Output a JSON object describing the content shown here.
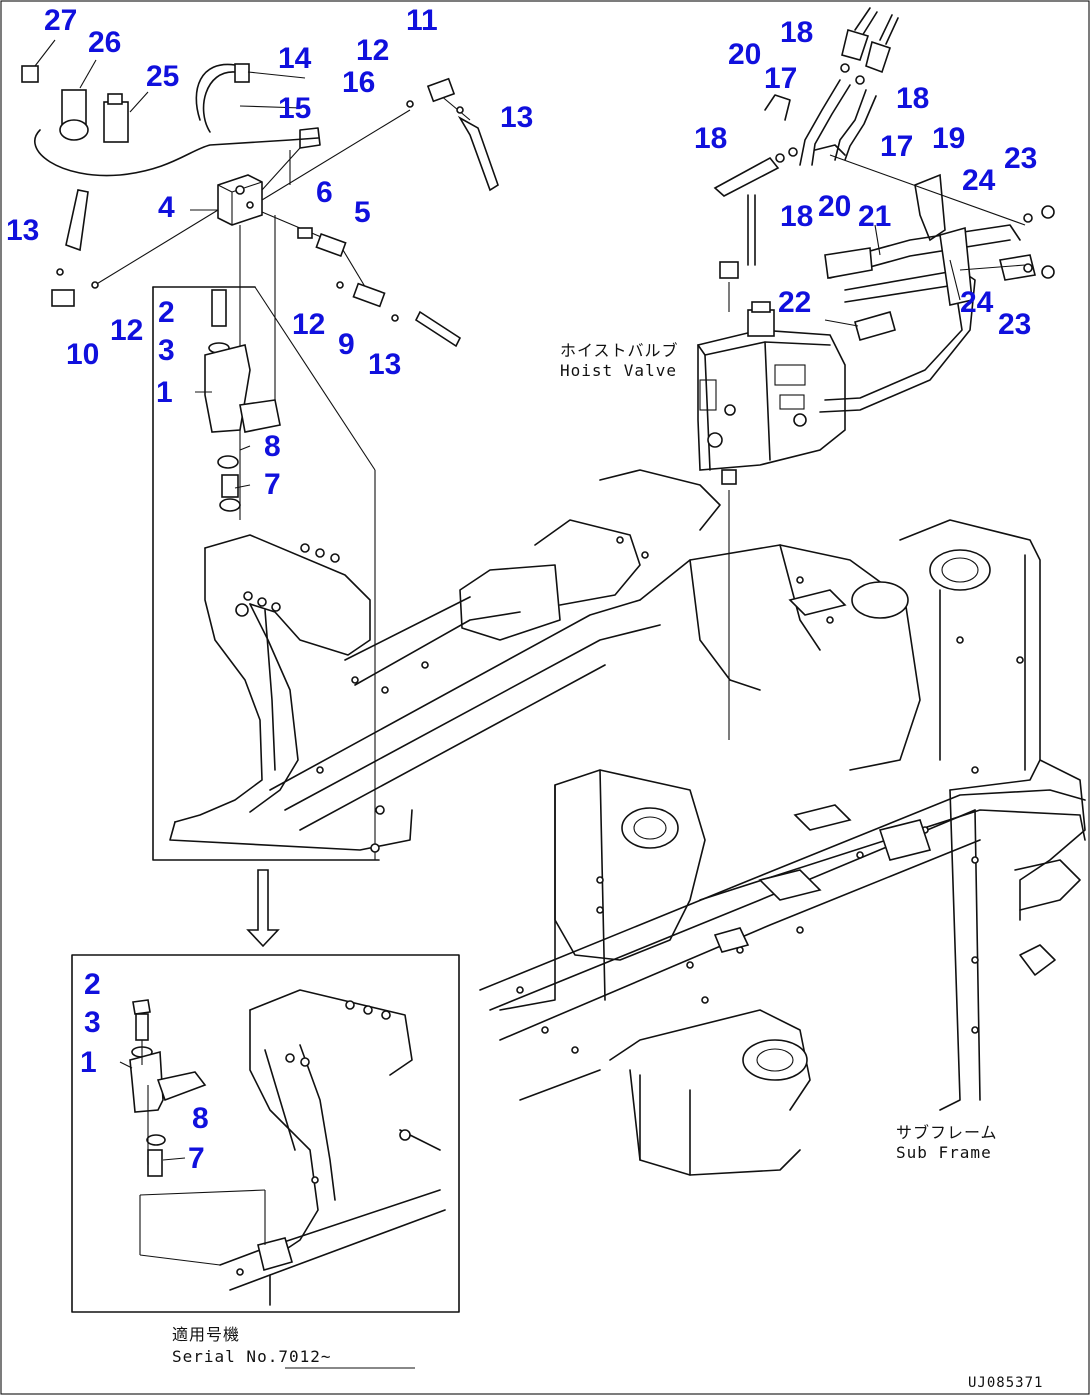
{
  "diagram": {
    "hoist_valve_label": "ホイストバルブ",
    "hoist_valve_label_en": "Hoist Valve",
    "sub_frame_label": "サブフレーム",
    "sub_frame_label_en": "Sub Frame",
    "serial_label": "適用号機",
    "serial_label_en": "Serial No.7012~",
    "drawing_code": "UJ085371",
    "part_numbers": {
      "p27": "27",
      "p26": "26",
      "p25": "25",
      "p14": "14",
      "p15": "15",
      "p16": "16",
      "p12a": "12",
      "p11": "11",
      "p13a": "13",
      "p4": "4",
      "p6": "6",
      "p5": "5",
      "p13b": "13",
      "p12b": "12",
      "p10": "10",
      "p12c": "12",
      "p9": "9",
      "p13c": "13",
      "p2a": "2",
      "p3a": "3",
      "p1a": "1",
      "p8a": "8",
      "p7a": "7",
      "p18a": "18",
      "p20a": "20",
      "p17a": "17",
      "p18b": "18",
      "p18c": "18",
      "p17b": "17",
      "p19": "19",
      "p23a": "23",
      "p24a": "24",
      "p18d": "18",
      "p20b": "20",
      "p21": "21",
      "p22": "22",
      "p24b": "24",
      "p23b": "23",
      "p2b": "2",
      "p3b": "3",
      "p1b": "1",
      "p8b": "8",
      "p7b": "7"
    }
  }
}
